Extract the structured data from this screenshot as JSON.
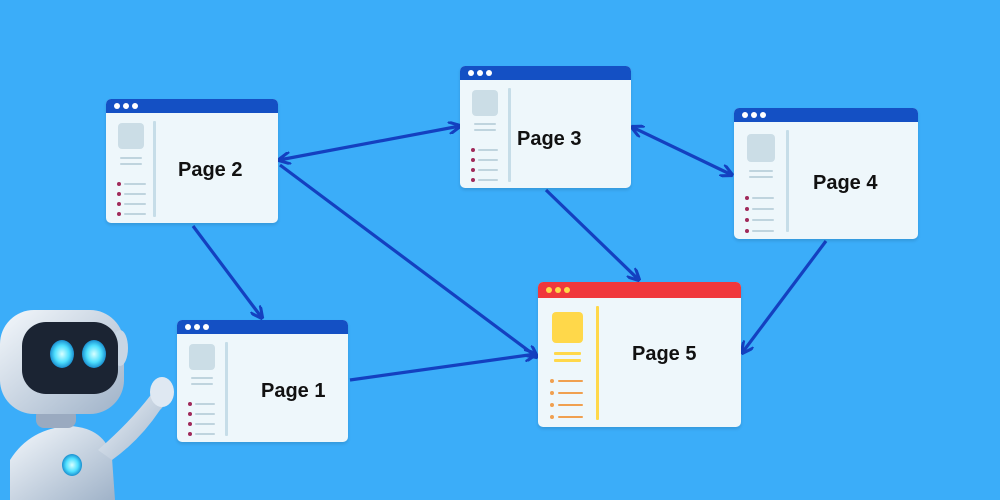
{
  "diagram": {
    "pages": [
      {
        "id": "page2",
        "label": "Page 2"
      },
      {
        "id": "page3",
        "label": "Page 3"
      },
      {
        "id": "page4",
        "label": "Page 4"
      },
      {
        "id": "page1",
        "label": "Page 1"
      },
      {
        "id": "page5",
        "label": "Page 5",
        "highlighted": true
      }
    ],
    "links": [
      {
        "from": "page2",
        "to": "page3",
        "direction": "both"
      },
      {
        "from": "page3",
        "to": "page4",
        "direction": "both"
      },
      {
        "from": "page2",
        "to": "page1",
        "direction": "forward"
      },
      {
        "from": "page2",
        "to": "page5",
        "direction": "forward"
      },
      {
        "from": "page3",
        "to": "page5",
        "direction": "forward"
      },
      {
        "from": "page4",
        "to": "page5",
        "direction": "forward"
      },
      {
        "from": "page1",
        "to": "page5",
        "direction": "forward"
      }
    ]
  },
  "colors": {
    "background": "#3badf9",
    "window_bar": "#1450c4",
    "highlight_bar": "#f0383c",
    "arrow": "#1440c0",
    "card": "#eef7fb"
  },
  "decoration": {
    "robot": "robot-mascot"
  }
}
